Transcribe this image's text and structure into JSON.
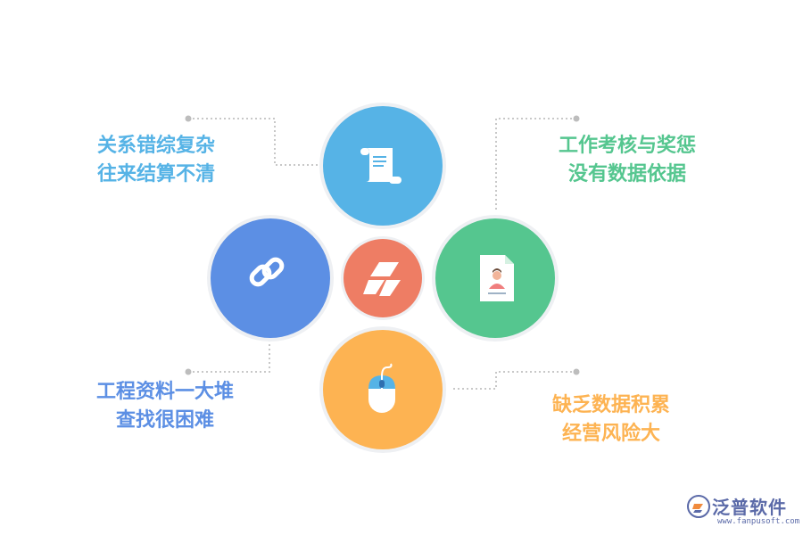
{
  "colors": {
    "top": "#56b3e6",
    "left": "#5c8fe4",
    "center": "#ee7d64",
    "right": "#55c68f",
    "bottom": "#fdb352",
    "connector": "#c8c8c8",
    "ring": "#eef0f3"
  },
  "nodes": {
    "top": {
      "icon": "scroll-document-icon",
      "label_lines": [
        "关系错综复杂",
        "往来结算不清"
      ]
    },
    "right": {
      "icon": "profile-card-icon",
      "label_lines": [
        "工作考核与奖惩",
        "没有数据依据"
      ]
    },
    "left": {
      "icon": "chain-link-icon",
      "label_lines": [
        "工程资料一大堆",
        "查找很困难"
      ]
    },
    "bottom": {
      "icon": "computer-mouse-icon",
      "label_lines": [
        "缺乏数据积累",
        "经营风险大"
      ]
    },
    "center": {
      "icon": "brand-logo-icon"
    }
  },
  "brand": {
    "name": "泛普软件",
    "url": "www.fanpusoft.com",
    "color": "#5b6aa8"
  }
}
